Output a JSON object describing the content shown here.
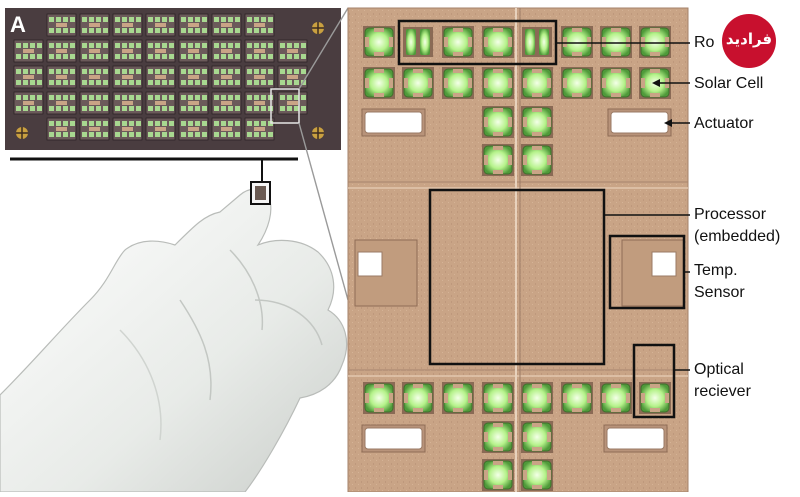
{
  "panel_label": "A",
  "labels": {
    "robot": "Ro",
    "solar_cell": "Solar Cell",
    "actuator": "Actuator",
    "processor_line1": "Processor",
    "processor_line2": "(embedded)",
    "temp_line1": "Temp.",
    "temp_line2": "Sensor",
    "optical_line1": "Optical",
    "optical_line2": "reciever"
  },
  "watermark": "فرادید",
  "colors": {
    "chip_die": "#c9a486",
    "chip_dark": "#5a4b4d",
    "solar_cell_glow": "#a9f07a",
    "logo": "#c8102e",
    "glove": "#eef0ee"
  },
  "icons": [
    "robot-chip-icon",
    "glove-hand-icon",
    "fiducial-cross-icon"
  ]
}
